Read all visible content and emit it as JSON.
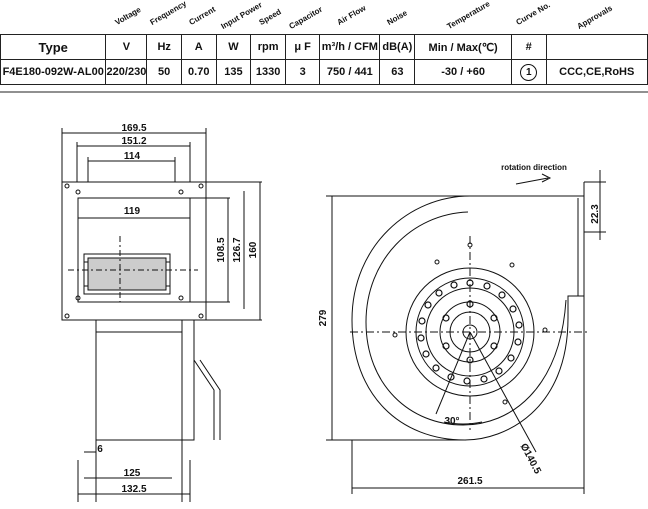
{
  "headers": [
    "Voltage",
    "Frequency",
    "Current",
    "Input Power",
    "Speed",
    "Capacitor",
    "Air Flow",
    "Noise",
    "Temperature",
    "Curve No.",
    "Approvals"
  ],
  "units": [
    "Type",
    "V",
    "Hz",
    "A",
    "W",
    "rpm",
    "μ F",
    "m³/h / CFM",
    "dB(A)",
    "Min / Max(℃)",
    "#",
    ""
  ],
  "row": [
    "F4E180-092W-AL00",
    "220/230",
    "50",
    "0.70",
    "135",
    "1330",
    "3",
    "750 / 441",
    "63",
    "-30 / +60",
    "1",
    "CCC,CE,RoHS"
  ],
  "front_dims": {
    "d1": "169.5",
    "d2": "151.2",
    "d3": "114",
    "d4": "119",
    "d5": "108.5",
    "d6": "126.7",
    "d7": "160",
    "d8": "6",
    "d9": "125",
    "d10": "132.5"
  },
  "side_dims": {
    "height": "279",
    "outlet": "22.3",
    "width": "261.5",
    "angle": "30°",
    "bolt": "Ø140.5",
    "rotation": "rotation direction"
  }
}
